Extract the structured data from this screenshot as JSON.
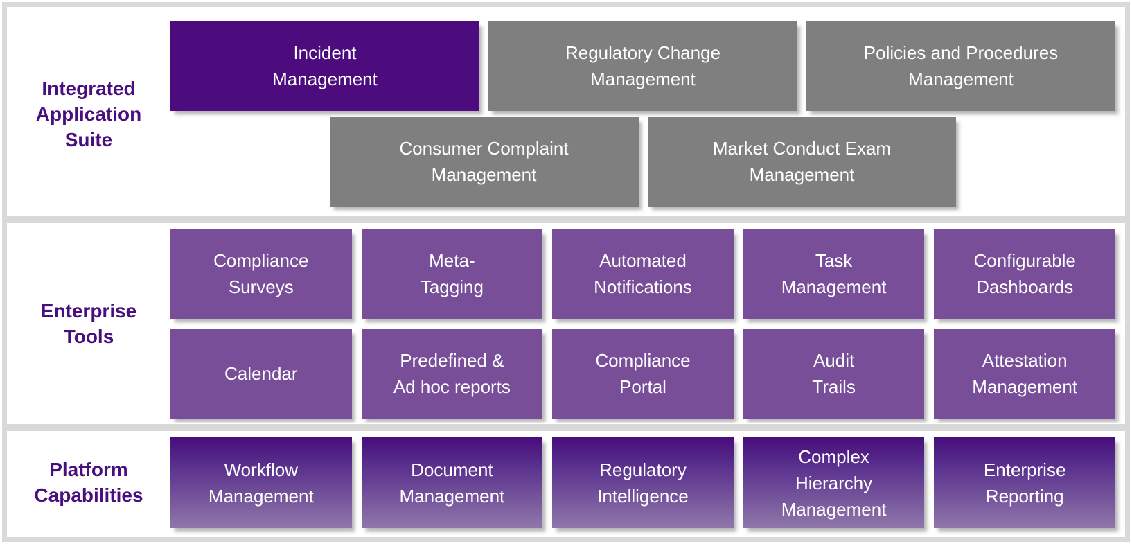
{
  "colors": {
    "dark_purple_box": "#4C0C7E",
    "medium_purple_box": "#784E99",
    "gray_box": "#7F7F7F",
    "gradient_box_top": "#470D7B",
    "gradient_box_bottom": "#8F77A9",
    "frame_and_dividers": "#D9D9D9",
    "section_label_text": "#4A0F7E",
    "box_text": "#FFFFFF"
  },
  "sections": [
    {
      "label": "Integrated\nApplication\nSuite",
      "rows": [
        {
          "boxes": [
            {
              "label": "Incident\nManagement"
            },
            {
              "label": "Regulatory Change\nManagement"
            },
            {
              "label": "Policies and Procedures\nManagement"
            }
          ]
        },
        {
          "boxes": [
            {
              "label": "Consumer Complaint\nManagement"
            },
            {
              "label": "Market Conduct Exam\nManagement"
            }
          ]
        }
      ]
    },
    {
      "label": "Enterprise\nTools",
      "rows": [
        {
          "boxes": [
            {
              "label": "Compliance\nSurveys"
            },
            {
              "label": "Meta-\nTagging"
            },
            {
              "label": "Automated\nNotifications"
            },
            {
              "label": "Task\nManagement"
            },
            {
              "label": "Configurable\nDashboards"
            }
          ]
        },
        {
          "boxes": [
            {
              "label": "Calendar"
            },
            {
              "label": "Predefined &\nAd hoc reports"
            },
            {
              "label": "Compliance\nPortal"
            },
            {
              "label": "Audit\nTrails"
            },
            {
              "label": "Attestation\nManagement"
            }
          ]
        }
      ]
    },
    {
      "label": "Platform\nCapabilities",
      "rows": [
        {
          "boxes": [
            {
              "label": "Workflow\nManagement"
            },
            {
              "label": "Document\nManagement"
            },
            {
              "label": "Regulatory\nIntelligence"
            },
            {
              "label": "Complex\nHierarchy\nManagement"
            },
            {
              "label": "Enterprise\nReporting"
            }
          ]
        }
      ]
    }
  ]
}
